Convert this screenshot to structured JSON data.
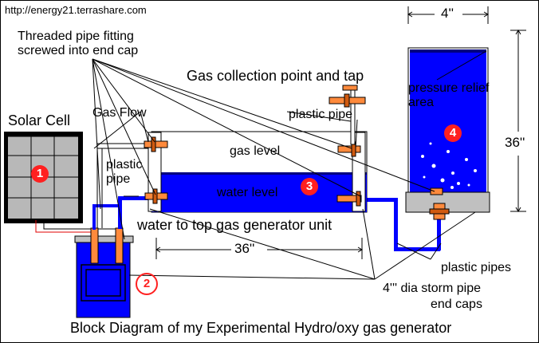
{
  "colors": {
    "water": "#0000ff",
    "pipe": "#ff8a3c",
    "gray": "#c0c0c0",
    "badge": "#ff2020"
  },
  "labels": {
    "url": "http://energy21.terrashare.com",
    "threaded_line1": "Threaded pipe fitting",
    "threaded_line2": "screwed into end cap",
    "gas_collection": "Gas collection point and tap",
    "plastic_pipe_top": "plastic pipe",
    "solar_cell": "Solar Cell",
    "gas_flow": "Gas Flow",
    "gas_level": "gas level",
    "plastic_pipe_left_1": "plastic",
    "plastic_pipe_left_2": "pipe",
    "water_level": "water level",
    "water_to_top": "water to top gas generator unit",
    "dim_length": "36''",
    "dim_width": "4''",
    "dim_height": "36''",
    "pressure_relief_1": "pressure relief",
    "pressure_relief_2": "area",
    "plastic_pipes": "plastic pipes",
    "storm_pipe_1": "4''' dia storm pipe",
    "storm_pipe_2": "end caps",
    "caption": "Block Diagram of my Experimental  Hydro/oxy gas generator"
  },
  "badges": {
    "solar": "1",
    "battery": "2",
    "generator": "3",
    "tank": "4"
  }
}
